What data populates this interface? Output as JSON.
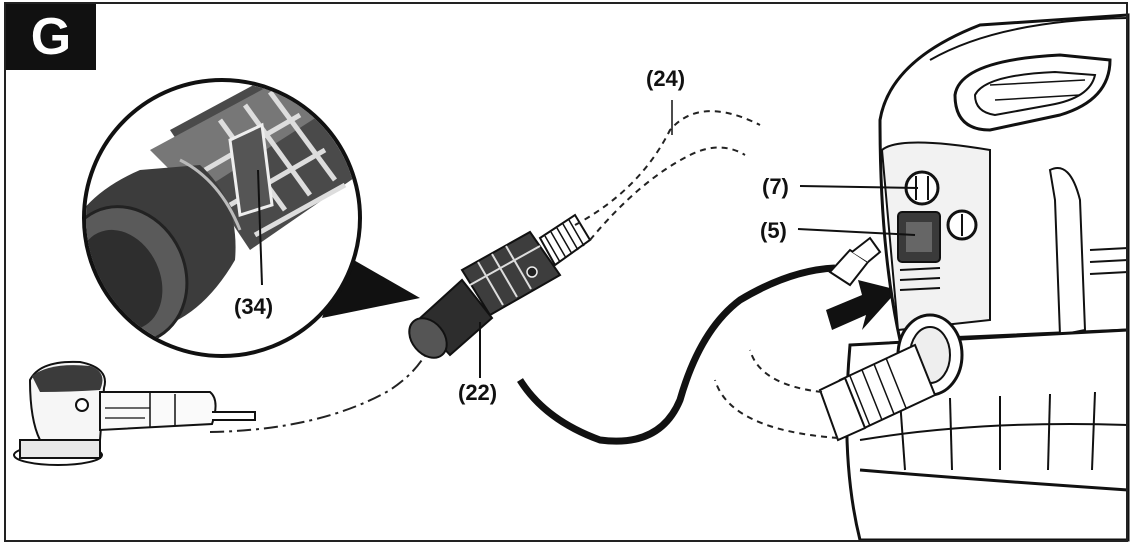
{
  "figure": {
    "badge": "G",
    "callouts": {
      "c34": "(34)",
      "c24": "(24)",
      "c22": "(22)",
      "c7": "(7)",
      "c5": "(5)"
    }
  }
}
